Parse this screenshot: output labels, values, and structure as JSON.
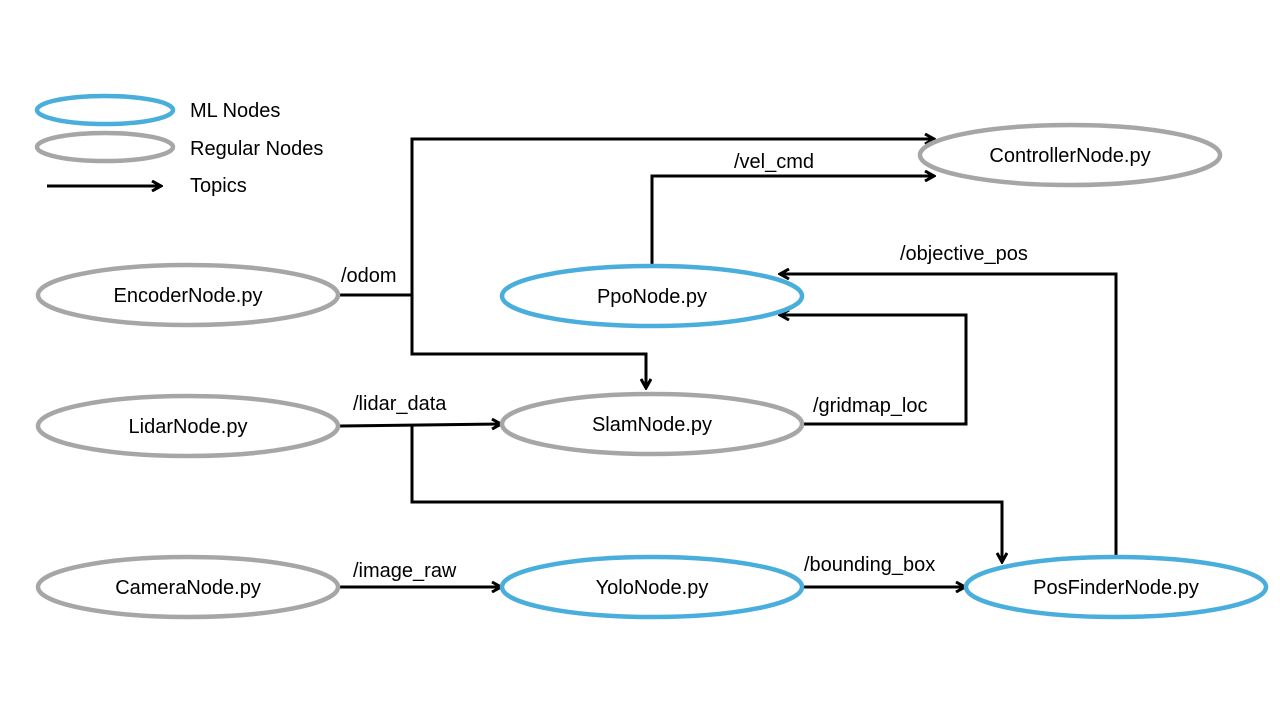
{
  "colors": {
    "ml_node": "#4aaedc",
    "regular_node": "#a6a6a6",
    "topic": "#000000"
  },
  "legend": {
    "ml_nodes": "ML Nodes",
    "regular_nodes": "Regular Nodes",
    "topics": "Topics"
  },
  "nodes": {
    "encoder": {
      "label": "EncoderNode.py",
      "kind": "regular"
    },
    "lidar": {
      "label": "LidarNode.py",
      "kind": "regular"
    },
    "camera": {
      "label": "CameraNode.py",
      "kind": "regular"
    },
    "ppo": {
      "label": "PpoNode.py",
      "kind": "ml"
    },
    "slam": {
      "label": "SlamNode.py",
      "kind": "regular"
    },
    "yolo": {
      "label": "YoloNode.py",
      "kind": "ml"
    },
    "controller": {
      "label": "ControllerNode.py",
      "kind": "regular"
    },
    "posfinder": {
      "label": "PosFinderNode.py",
      "kind": "ml"
    }
  },
  "topics": {
    "odom": "/odom",
    "vel_cmd": "/vel_cmd",
    "objective_pos": "/objective_pos",
    "lidar_data": "/lidar_data",
    "gridmap_loc": "/gridmap_loc",
    "image_raw": "/image_raw",
    "bounding_box": "/bounding_box"
  },
  "edges": [
    {
      "topic": "odom",
      "from": "encoder",
      "to": "controller"
    },
    {
      "topic": "odom",
      "from": "encoder",
      "to": "slam"
    },
    {
      "topic": "vel_cmd",
      "from": "ppo",
      "to": "controller"
    },
    {
      "topic": "objective_pos",
      "from": "posfinder",
      "to": "ppo"
    },
    {
      "topic": "lidar_data",
      "from": "lidar",
      "to": "slam"
    },
    {
      "topic": "lidar_data",
      "from": "lidar",
      "to": "posfinder"
    },
    {
      "topic": "gridmap_loc",
      "from": "slam",
      "to": "ppo"
    },
    {
      "topic": "image_raw",
      "from": "camera",
      "to": "yolo"
    },
    {
      "topic": "bounding_box",
      "from": "yolo",
      "to": "posfinder"
    }
  ]
}
